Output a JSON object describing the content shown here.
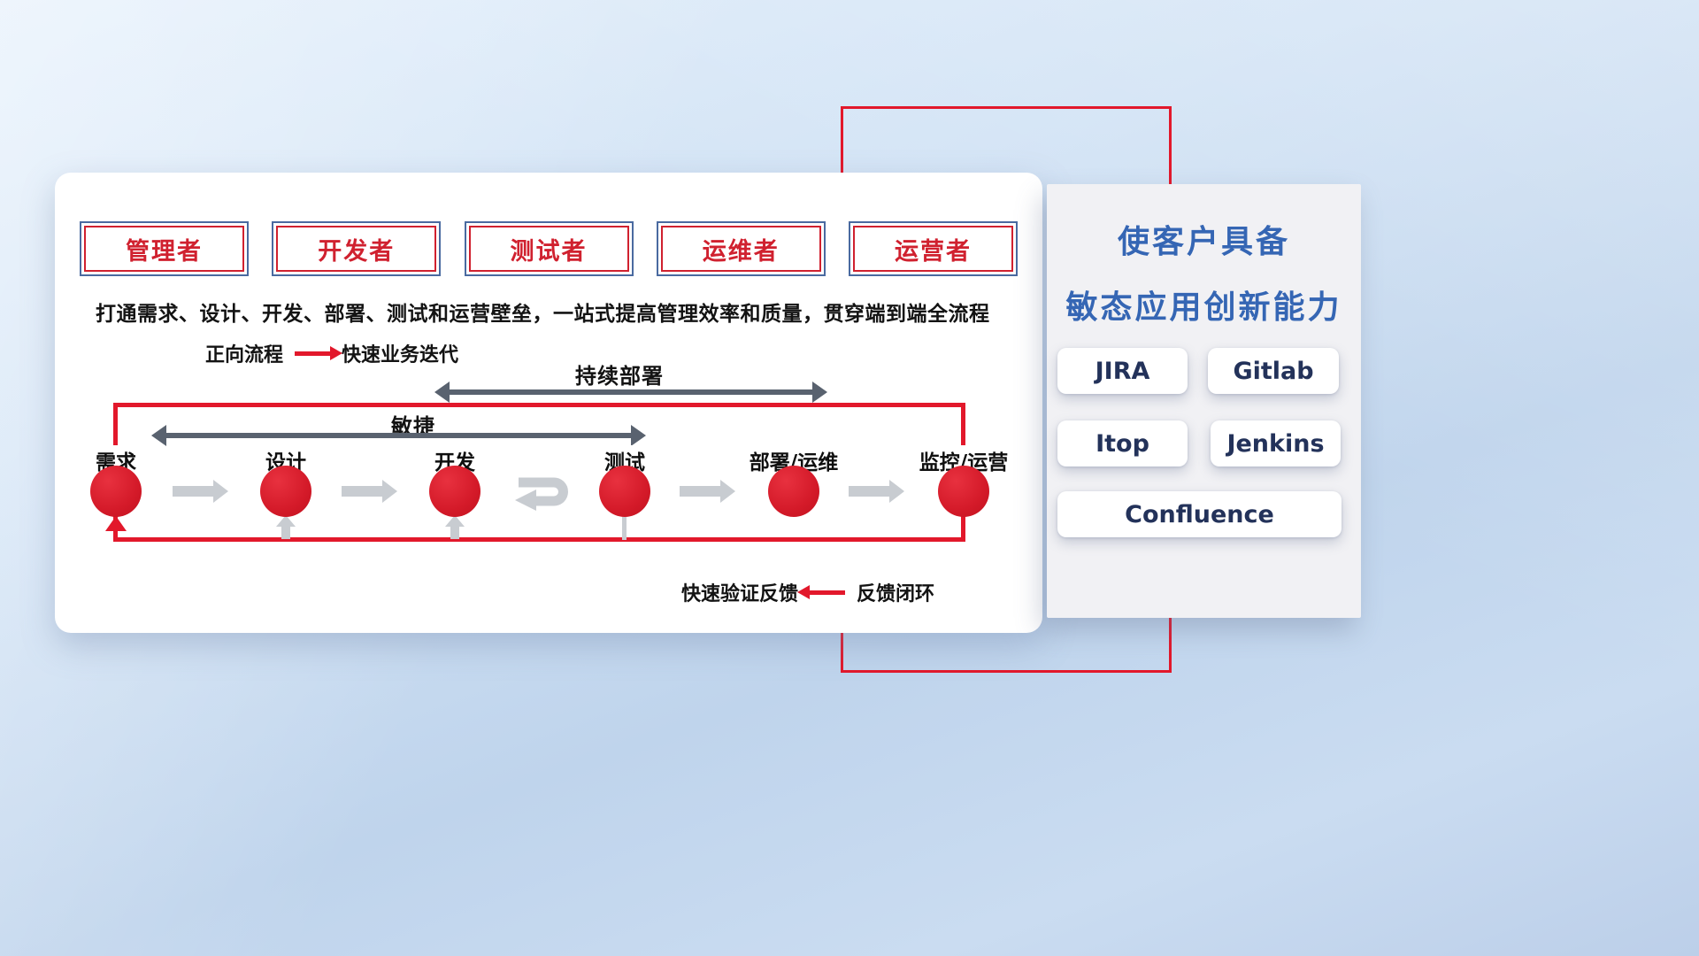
{
  "roles": [
    {
      "label": "管理者"
    },
    {
      "label": "开发者"
    },
    {
      "label": "测试者"
    },
    {
      "label": "运维者"
    },
    {
      "label": "运营者"
    }
  ],
  "description": "打通需求、设计、开发、部署、测试和运营壁垒，一站式提高管理效率和质量，贯穿端到端全流程",
  "legend": {
    "forward_label": "正向流程",
    "forward_value": "快速业务迭代",
    "feedback_label": "快速验证反馈",
    "feedback_value": "反馈闭环"
  },
  "flow": {
    "cd_label": "持续部署",
    "agile_label": "敏捷",
    "stages": [
      "需求",
      "设计",
      "开发",
      "测试",
      "部署/运维",
      "监控/运营"
    ]
  },
  "panel": {
    "title_line1": "使客户具备",
    "title_line2": "敏态应用创新能力",
    "tools": [
      "JIRA",
      "Gitlab",
      "Itop",
      "Jenkins",
      "Confluence"
    ]
  },
  "colors": {
    "accent_red": "#E2182B",
    "title_blue": "#3566B4",
    "span_arrow_gray": "#59626F",
    "flow_arrow_gray": "#C8CCD1",
    "tool_text_navy": "#23325A",
    "role_text_red": "#D0212F",
    "role_border_blue": "#4A6AA0"
  }
}
